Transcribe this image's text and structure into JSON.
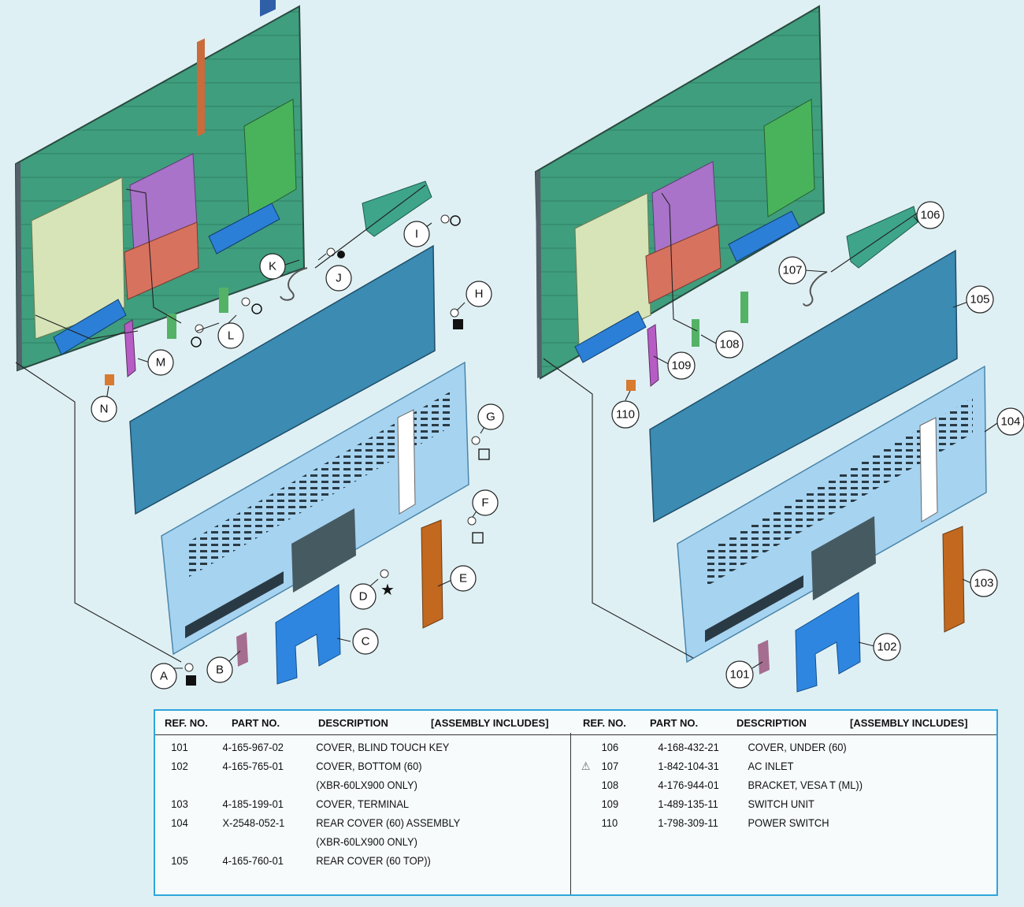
{
  "callouts_left": [
    "A",
    "B",
    "C",
    "D",
    "E",
    "F",
    "G",
    "H",
    "I",
    "J",
    "K",
    "L",
    "M",
    "N"
  ],
  "callouts_right": [
    "101",
    "102",
    "103",
    "104",
    "105",
    "106",
    "107",
    "108",
    "109",
    "110"
  ],
  "table": {
    "headers": [
      "REF. NO.",
      "PART NO.",
      "DESCRIPTION",
      "[ASSEMBLY INCLUDES]"
    ],
    "left_rows": [
      {
        "ref": "101",
        "part": "4-165-967-02",
        "desc": "COVER, BLIND TOUCH KEY"
      },
      {
        "ref": "102",
        "part": "4-165-765-01",
        "desc": "COVER, BOTTOM (60)"
      },
      {
        "ref": "",
        "part": "",
        "desc": "(XBR-60LX900 ONLY)"
      },
      {
        "ref": "103",
        "part": "4-185-199-01",
        "desc": "COVER, TERMINAL"
      },
      {
        "ref": "104",
        "part": "X-2548-052-1",
        "desc": "REAR COVER (60) ASSEMBLY"
      },
      {
        "ref": "",
        "part": "",
        "desc": "(XBR-60LX900 ONLY)"
      },
      {
        "ref": "105",
        "part": "4-165-760-01",
        "desc": "REAR COVER (60 TOP))"
      }
    ],
    "right_rows": [
      {
        "mark": "",
        "ref": "106",
        "part": "4-168-432-21",
        "desc": "COVER, UNDER (60)"
      },
      {
        "mark": "⚠",
        "ref": "107",
        "part": "1-842-104-31",
        "desc": "AC INLET"
      },
      {
        "mark": "",
        "ref": "108",
        "part": "4-176-944-01",
        "desc": "BRACKET, VESA T (ML))"
      },
      {
        "mark": "",
        "ref": "109",
        "part": "1-489-135-11",
        "desc": "SWITCH UNIT"
      },
      {
        "mark": "",
        "ref": "110",
        "part": "1-798-309-11",
        "desc": "POWER SWITCH"
      }
    ]
  }
}
